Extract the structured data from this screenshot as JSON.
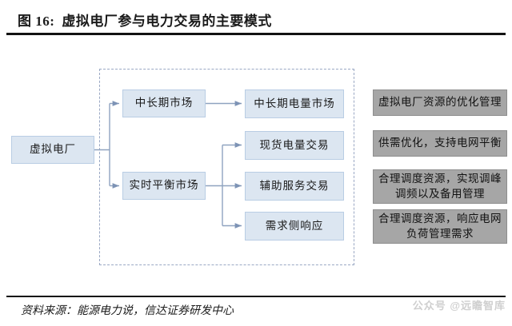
{
  "header": {
    "figure_index": "图 16:",
    "title": "虚拟电厂参与电力交易的主要模式"
  },
  "footer": {
    "source_label": "资料来源：能源电力说，信达证券研发中心",
    "watermark": "公众号 @远瞻智库"
  },
  "colors": {
    "blue_node_fill": "#dce6f1",
    "blue_node_border": "#b9cde4",
    "gray_node_fill": "#a6a6a6",
    "gray_node_border": "#8e8e8e",
    "connector": "#8fa3c0",
    "dashed_region_border": "#9aa8c4",
    "rule": "#121212"
  },
  "diagram": {
    "root": {
      "label": "虚拟电厂"
    },
    "markets": [
      {
        "label": "中长期市场"
      },
      {
        "label": "实时平衡市场"
      }
    ],
    "trades": [
      {
        "label": "中长期电量市场"
      },
      {
        "label": "现货电量交易"
      },
      {
        "label": "辅助服务交易"
      },
      {
        "label": "需求侧响应"
      }
    ],
    "notes": [
      {
        "line1": "虚拟电厂资源的优化管理",
        "line2": ""
      },
      {
        "line1": "供需优化，支持电网平衡",
        "line2": ""
      },
      {
        "line1": "合理调度资源，实现调峰",
        "line2": "调频以及备用管理"
      },
      {
        "line1": "合理调度资源，响应电网",
        "line2": "负荷管理需求"
      }
    ]
  }
}
